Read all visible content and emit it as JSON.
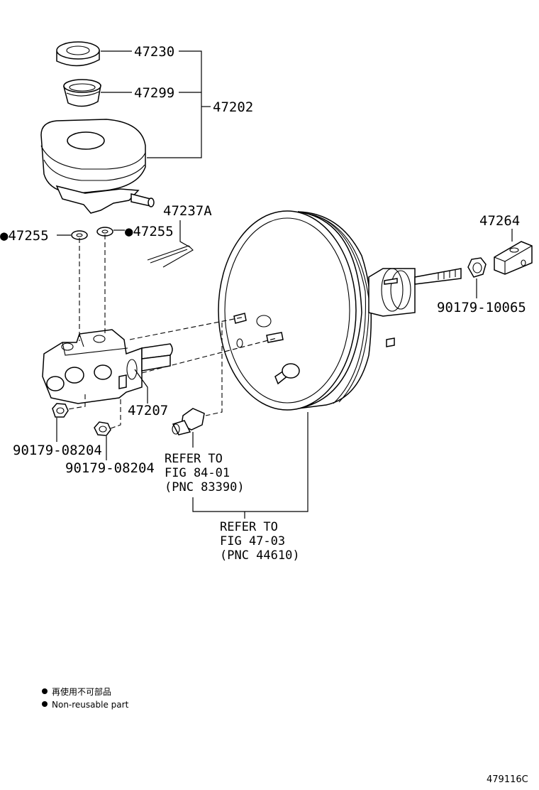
{
  "parts": {
    "p47230": "47230",
    "p47299": "47299",
    "p47202": "47202",
    "p47237A": "47237A",
    "p47264": "47264",
    "p47255_left": "●47255",
    "p47255_right": "●47255",
    "p90179_10065": "90179-10065",
    "p47207": "47207",
    "p90179_08204_a": "90179-08204",
    "p90179_08204_b": "90179-08204"
  },
  "refer_switch": {
    "line1": "REFER TO",
    "line2": "FIG 84-01",
    "line3": "(PNC 83390)"
  },
  "refer_booster": {
    "line1": "REFER TO",
    "line2": "FIG 47-03",
    "line3": "(PNC 44610)"
  },
  "legend": {
    "japanese": "再使用不可部品",
    "english": "Non-reusable part"
  },
  "figure_number": "479116C"
}
